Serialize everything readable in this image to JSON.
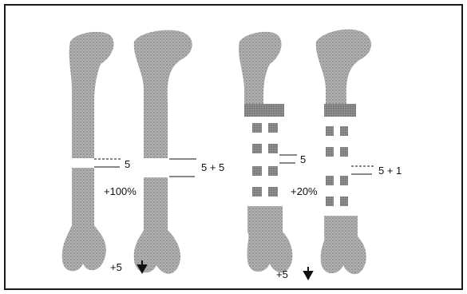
{
  "figure": {
    "colors": {
      "frame": "#1a1a1a",
      "bone_fill": "#a9a9a9",
      "bone_texture": "#6f6f6f",
      "ink": "#111111",
      "background": "#ffffff"
    },
    "left_group": {
      "gap_label_1": "5",
      "gap_label_2": "5 + 5",
      "percent_label": "+100%",
      "arrow_label": "+5",
      "arrow_icon": "down-arrow"
    },
    "right_group": {
      "gap_label_1": "5",
      "gap_label_2": "5 + 1",
      "percent_label": "+20%",
      "arrow_label": "+5",
      "arrow_icon": "down-arrow"
    }
  }
}
